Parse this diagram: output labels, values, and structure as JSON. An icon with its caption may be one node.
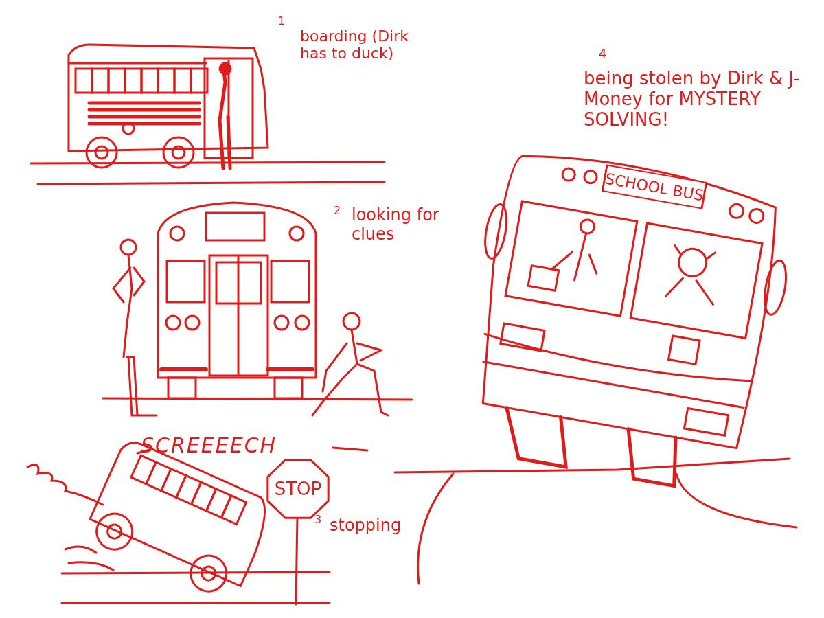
{
  "diagram": {
    "nodes": [
      {
        "text": [
          "STOP"
        ]
      },
      {
        "text": [
          "SCHOOL BUS"
        ]
      }
    ],
    "labels": [
      "1",
      "boarding (Dirk has to duck)",
      "4",
      "being stolen by Dirk & J-Money for MYSTERY SOLVING!",
      "2",
      "looking for clues",
      "SCREEEECH",
      "3",
      "stopping"
    ]
  }
}
